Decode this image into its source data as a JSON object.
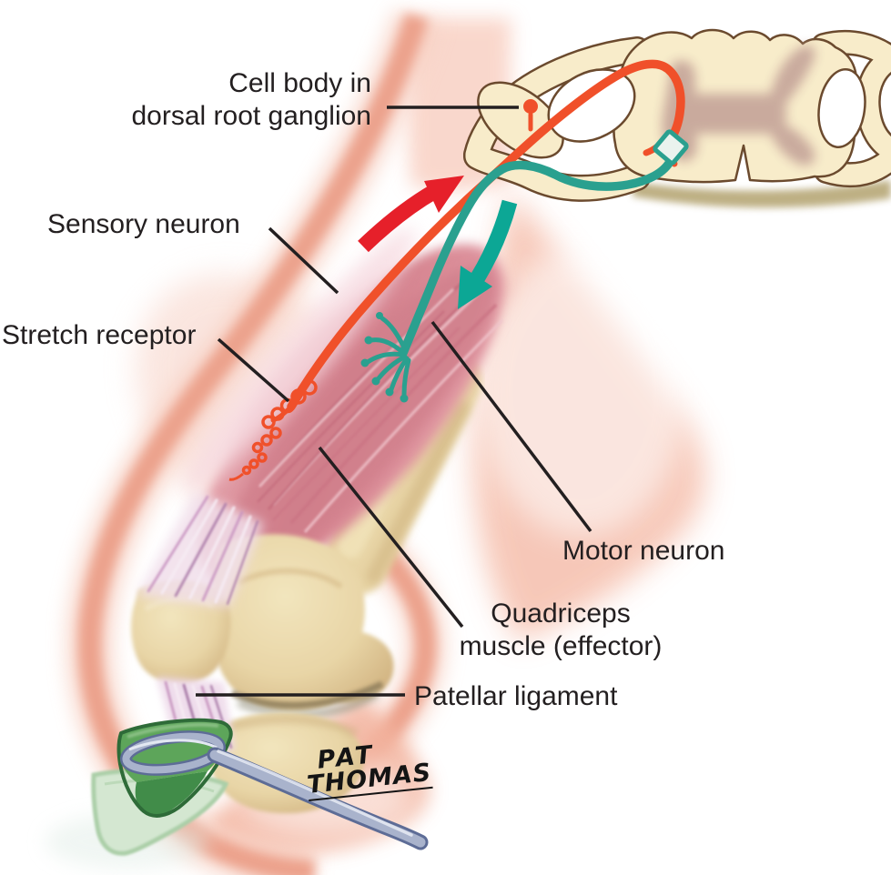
{
  "figure": {
    "labels": {
      "cell_body_line1": "Cell body in",
      "cell_body_line2": "dorsal root ganglion",
      "sensory_neuron": "Sensory neuron",
      "stretch_receptor": "Stretch receptor",
      "motor_neuron": "Motor neuron",
      "quadriceps_line1": "Quadriceps",
      "quadriceps_line2": "muscle (effector)",
      "patellar_ligament": "Patellar ligament"
    },
    "signature": {
      "line1": "PAT",
      "line2": "THOMAS"
    },
    "colors": {
      "sensory_neuron": "#f0502a",
      "motor_neuron": "#2aa08f",
      "sensory_arrow": "#e6202a",
      "motor_arrow": "#0ca795",
      "spinal_cord_fill": "#f8ecca",
      "spinal_cord_outline": "#6b4a2e",
      "gray_matter": "#c7a79b",
      "bone": "#e8d5a6",
      "muscle": "#d9868f",
      "skin_edge": "#eca28c",
      "hammer_head_green": "#55a153",
      "hammer_handle": "#a9b3cc",
      "label_text": "#231f20"
    }
  }
}
